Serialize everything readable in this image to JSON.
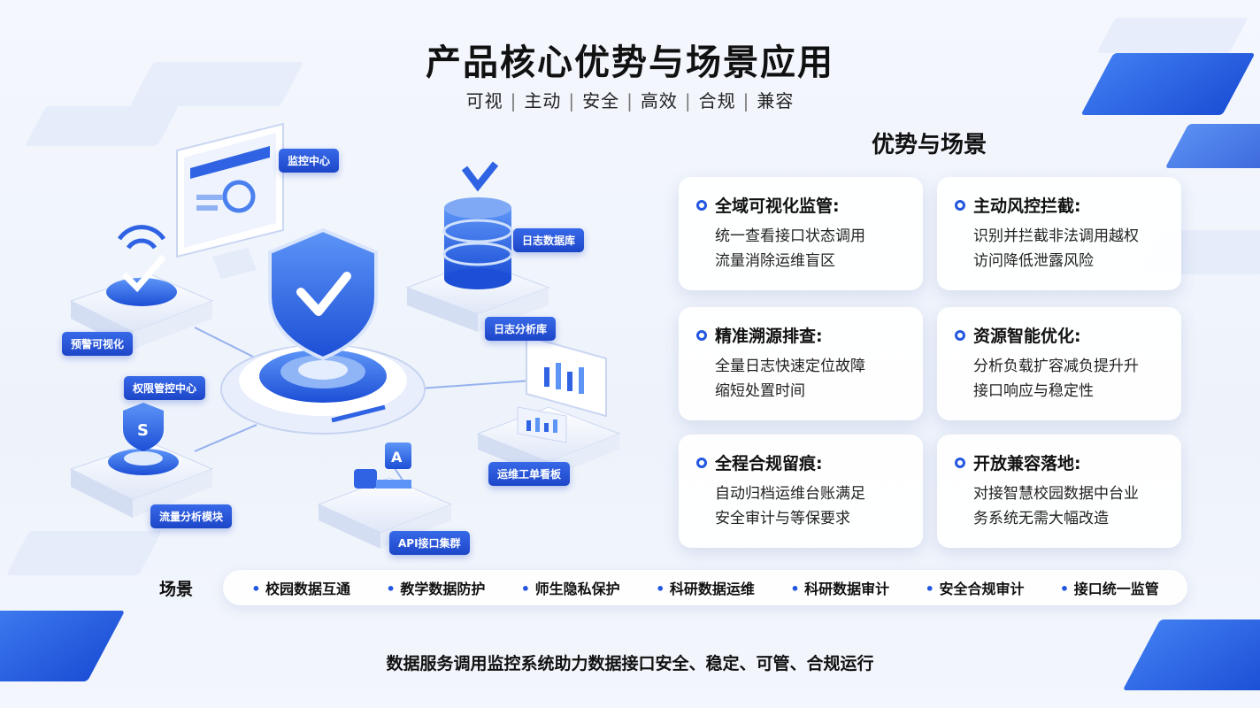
{
  "header": {
    "title": "产品核心优势与场景应用",
    "subtitle_items": [
      "可视",
      "主动",
      "安全",
      "高效",
      "合规",
      "兼容"
    ]
  },
  "illustration": {
    "tags": {
      "monitor_center": "监控中心",
      "log_db": "日志数据库",
      "log_analysis": "日志分析库",
      "alert": "预警可视化",
      "control_center": "权限管控中心",
      "traffic": "流量分析模块",
      "api_cluster": "API接口集群",
      "ops_board": "运维工单看板"
    }
  },
  "advantages": {
    "heading": "优势与场景",
    "cards": [
      {
        "title": "全域可视化监管:",
        "lines": [
          "统一查看接口状态调用",
          "流量消除运维盲区"
        ]
      },
      {
        "title": "主动风控拦截:",
        "lines": [
          "识别并拦截非法调用越权",
          "访问降低泄露风险"
        ]
      },
      {
        "title": "精准溯源排查:",
        "lines": [
          "全量日志快速定位故障",
          "缩短处置时间"
        ]
      },
      {
        "title": "资源智能优化:",
        "lines": [
          "分析负载扩容减负提升升",
          "接口响应与稳定性"
        ]
      },
      {
        "title": "全程合规留痕:",
        "lines": [
          "自动归档运维台账满足",
          "安全审计与等保要求"
        ]
      },
      {
        "title": "开放兼容落地:",
        "lines": [
          "对接智慧校园数据中台业",
          "务系统无需大幅改造"
        ]
      }
    ]
  },
  "scenes": {
    "label": "场景",
    "items": [
      "校园数据互通",
      "教学数据防护",
      "师生隐私保护",
      "科研数据运维",
      "科研数据审计",
      "安全合规审计",
      "接口统一监管"
    ]
  },
  "footer": {
    "text": "数据服务调用监控系统助力数据接口安全、稳定、可管、合规运行"
  },
  "colors": {
    "accent": "#2357e0",
    "tag_bg": "#1d46c8"
  }
}
